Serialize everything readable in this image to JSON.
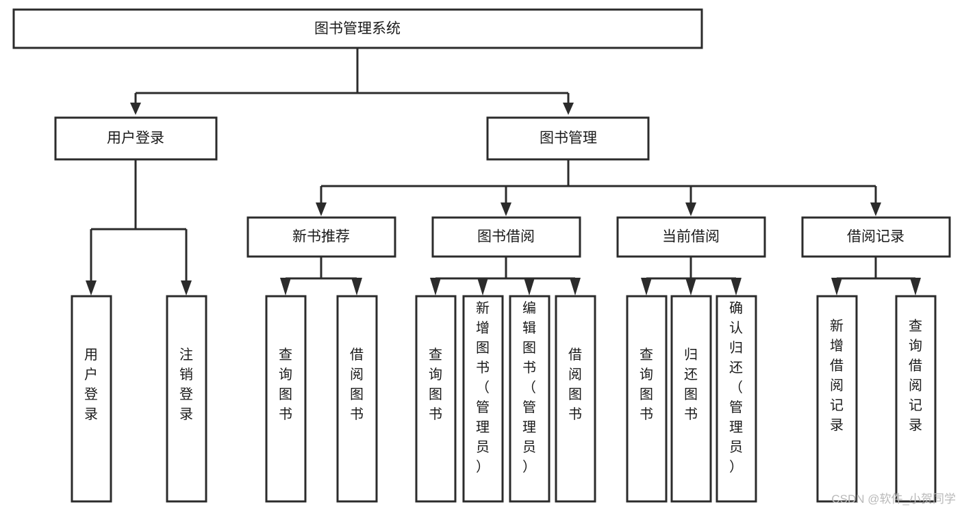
{
  "diagram": {
    "type": "tree",
    "title": "图书管理系统",
    "orientation": "top-down",
    "colors": {
      "box_stroke": "#2b2b2b",
      "box_fill": "#ffffff",
      "connector": "#2b2b2b",
      "text": "#1a1a1a",
      "watermark": "#b9b9b9",
      "background": "#ffffff"
    },
    "nodes": {
      "root": {
        "label": "图书管理系统",
        "level": 1,
        "orientation": "horizontal"
      },
      "l2": [
        {
          "id": "user-login",
          "label": "用户登录",
          "orientation": "horizontal"
        },
        {
          "id": "book-manage",
          "label": "图书管理",
          "orientation": "horizontal"
        }
      ],
      "l3": [
        {
          "id": "new-book-recommend",
          "label": "新书推荐",
          "orientation": "horizontal",
          "parent": "book-manage"
        },
        {
          "id": "book-borrow",
          "label": "图书借阅",
          "orientation": "horizontal",
          "parent": "book-manage"
        },
        {
          "id": "current-borrow",
          "label": "当前借阅",
          "orientation": "horizontal",
          "parent": "book-manage"
        },
        {
          "id": "borrow-record",
          "label": "借阅记录",
          "orientation": "horizontal",
          "parent": "book-manage"
        }
      ],
      "leaves": [
        {
          "id": "leaf-user-login",
          "label": "用户登录",
          "orientation": "vertical",
          "parent": "user-login"
        },
        {
          "id": "leaf-user-logout",
          "label": "注销登录",
          "orientation": "vertical",
          "parent": "user-login"
        },
        {
          "id": "leaf-query-book-1",
          "label": "查询图书",
          "orientation": "vertical",
          "parent": "new-book-recommend"
        },
        {
          "id": "leaf-borrow-book-1",
          "label": "借阅图书",
          "orientation": "vertical",
          "parent": "new-book-recommend"
        },
        {
          "id": "leaf-query-book-2",
          "label": "查询图书",
          "orientation": "vertical",
          "parent": "book-borrow"
        },
        {
          "id": "leaf-add-book",
          "label": "新增图书（管理员）",
          "orientation": "vertical",
          "parent": "book-borrow"
        },
        {
          "id": "leaf-edit-book",
          "label": "编辑图书（管理员）",
          "orientation": "vertical",
          "parent": "book-borrow"
        },
        {
          "id": "leaf-borrow-book-2",
          "label": "借阅图书",
          "orientation": "vertical",
          "parent": "book-borrow"
        },
        {
          "id": "leaf-query-book-3",
          "label": "查询图书",
          "orientation": "vertical",
          "parent": "current-borrow"
        },
        {
          "id": "leaf-return-book",
          "label": "归还图书",
          "orientation": "vertical",
          "parent": "current-borrow"
        },
        {
          "id": "leaf-confirm-return",
          "label": "确认归还（管理员）",
          "orientation": "vertical",
          "parent": "current-borrow"
        },
        {
          "id": "leaf-add-record",
          "label": "新增借阅记录",
          "orientation": "vertical",
          "parent": "borrow-record"
        },
        {
          "id": "leaf-query-record",
          "label": "查询借阅记录",
          "orientation": "vertical",
          "parent": "borrow-record"
        }
      ]
    }
  },
  "watermark": {
    "text": "CSDN @软件_小贺同学"
  }
}
